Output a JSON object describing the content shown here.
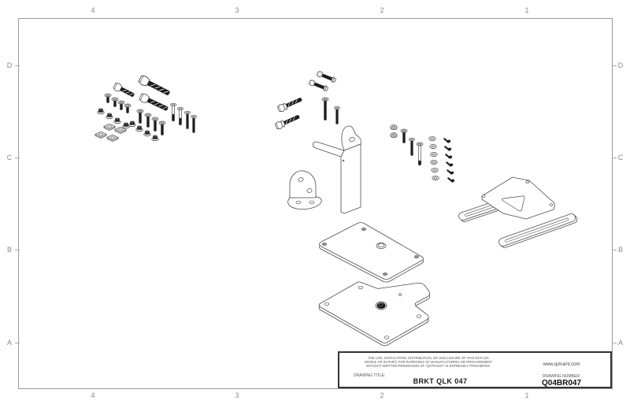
{
  "sheet": {
    "background": "#ffffff",
    "border_color": "#9a9a9a",
    "line_color": "#4d4d4d",
    "thread_color": "#1d1d1d",
    "grid_label_color": "#8a8a8a"
  },
  "grid": {
    "cols": [
      "4",
      "3",
      "2",
      "1"
    ],
    "rows": [
      "D",
      "C",
      "B",
      "A"
    ]
  },
  "title_block": {
    "legal_line_1": "THE USE, DUPLICATION, DISTRIBUTION, OR DISCLOSURE OF THIS DATA (IN",
    "legal_line_2": "WHOLE OR IN PART) FOR PURPOSES OF MANUFACTURING OR PROCUREMENT",
    "legal_line_3": "WITHOUT WRITTEN PERMISSION OF \"QSTRAINT\" IS EXPRESSLY PROHIBITED.",
    "drawing_title_label": "DRAWING TITLE:",
    "drawing_title": "BRKT QLK 047",
    "website": "www.qstraint.com",
    "drawing_number_label": "DRAWING NUMBER:",
    "drawing_number": "Q04BR047"
  },
  "parts": {
    "items": [
      "hex-bolt",
      "flat-head-screw",
      "flange-nut",
      "square-washer",
      "flat-washer",
      "hex-nut",
      "socket-screw",
      "stud-assembly",
      "corner-bracket",
      "hook-bracket",
      "mounting-plate",
      "base-plate",
      "slotted-rail-bracket"
    ]
  }
}
